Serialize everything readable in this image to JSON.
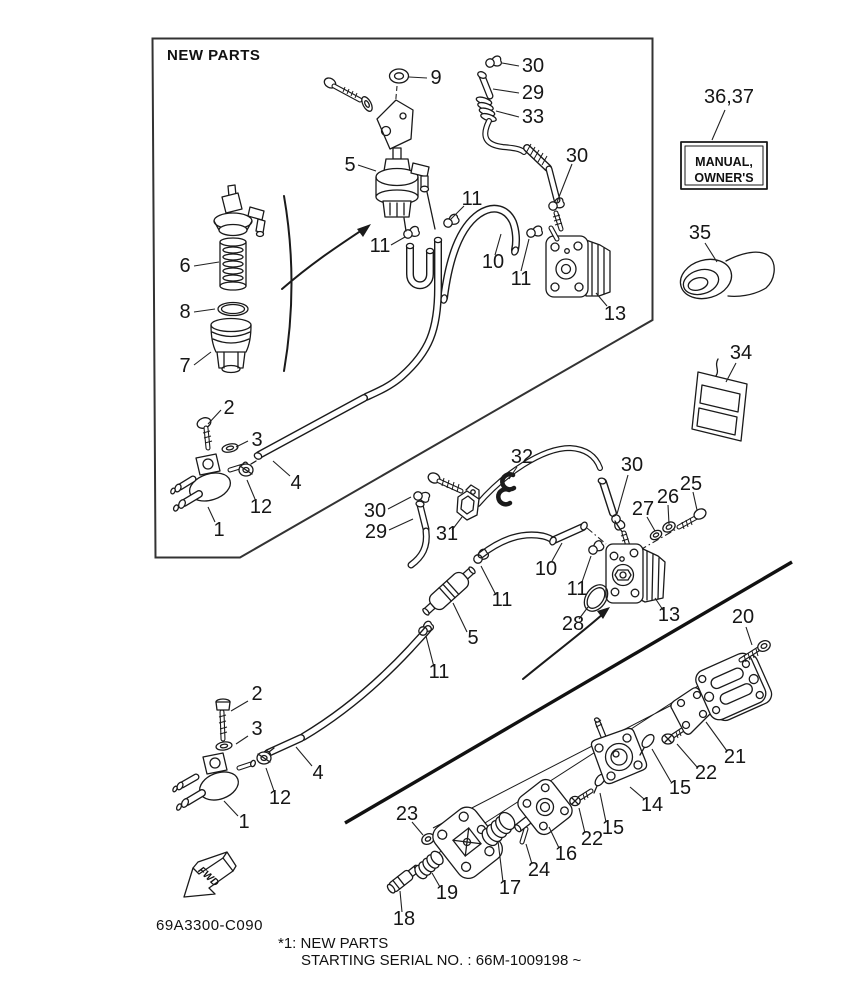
{
  "title": {
    "new_parts_box": "NEW PARTS"
  },
  "manual_label": {
    "ref": "36,37",
    "line1": "MANUAL,",
    "line2": "OWNER'S"
  },
  "fwd_arrow": {
    "label": "FWD"
  },
  "footer": {
    "drawing_code": "69A3300-C090",
    "footnote_line1": "*1: NEW PARTS",
    "footnote_line2": "STARTING SERIAL NO. : 66M-1009198 ~"
  },
  "callouts": [
    {
      "text": "9"
    },
    {
      "text": "30"
    },
    {
      "text": "29"
    },
    {
      "text": "33"
    },
    {
      "text": "5"
    },
    {
      "text": "30"
    },
    {
      "text": "11"
    },
    {
      "text": "11"
    },
    {
      "text": "10"
    },
    {
      "text": "11"
    },
    {
      "text": "13"
    },
    {
      "text": "6"
    },
    {
      "text": "8"
    },
    {
      "text": "7"
    },
    {
      "text": "2"
    },
    {
      "text": "3"
    },
    {
      "text": "4"
    },
    {
      "text": "12"
    },
    {
      "text": "1"
    },
    {
      "text": "36,37"
    },
    {
      "text": "35"
    },
    {
      "text": "34"
    },
    {
      "text": "32"
    },
    {
      "text": "30"
    },
    {
      "text": "29"
    },
    {
      "text": "31"
    },
    {
      "text": "30"
    },
    {
      "text": "27"
    },
    {
      "text": "26"
    },
    {
      "text": "25"
    },
    {
      "text": "10"
    },
    {
      "text": "11"
    },
    {
      "text": "28"
    },
    {
      "text": "13"
    },
    {
      "text": "11"
    },
    {
      "text": "5"
    },
    {
      "text": "11"
    },
    {
      "text": "2"
    },
    {
      "text": "3"
    },
    {
      "text": "4"
    },
    {
      "text": "12"
    },
    {
      "text": "1"
    },
    {
      "text": "20"
    },
    {
      "text": "21"
    },
    {
      "text": "22"
    },
    {
      "text": "15"
    },
    {
      "text": "14"
    },
    {
      "text": "15"
    },
    {
      "text": "22"
    },
    {
      "text": "16"
    },
    {
      "text": "24"
    },
    {
      "text": "17"
    },
    {
      "text": "23"
    },
    {
      "text": "19"
    },
    {
      "text": "18"
    }
  ]
}
